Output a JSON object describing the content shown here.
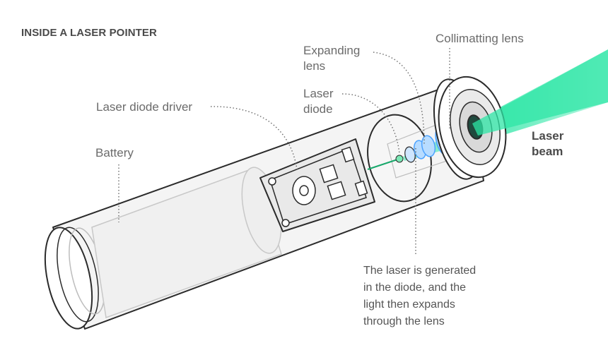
{
  "title": "INSIDE A LASER POINTER",
  "labels": {
    "battery": "Battery",
    "driver": "Laser diode driver",
    "diode_line1": "Laser",
    "diode_line2": "diode",
    "expanding_line1": "Expanding",
    "expanding_line2": "lens",
    "collimating": "Collimatting lens",
    "beam_line1": "Laser",
    "beam_line2": "beam"
  },
  "caption": [
    "The laser is generated",
    "in the diode, and the",
    "light then expands",
    "through the lens"
  ],
  "colors": {
    "outline": "#2b2b2b",
    "fill": "#f2f2f2",
    "text": "#6b6b6b",
    "beam": "#2ee6a6",
    "lens": "#4da3ff"
  }
}
